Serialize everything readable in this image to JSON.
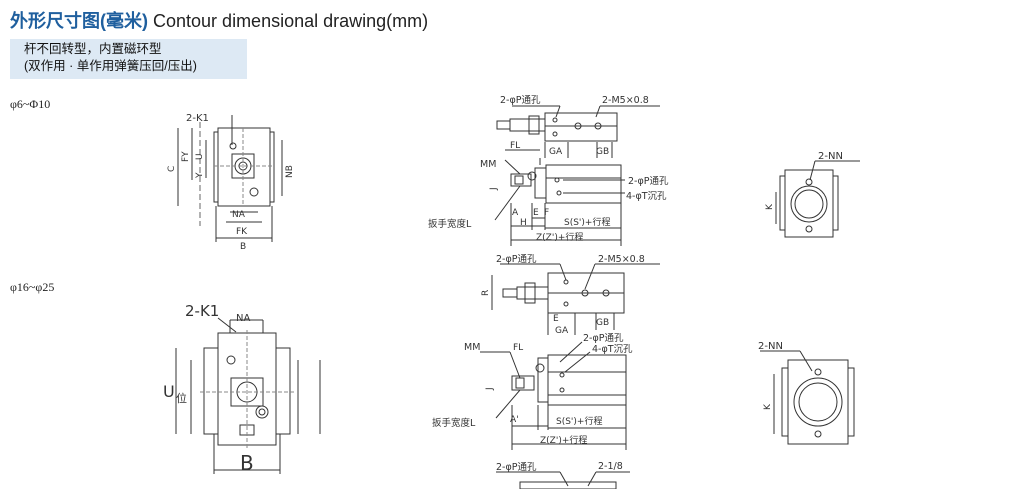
{
  "header": {
    "title_cn": "外形尺寸图(毫米)",
    "title_en": "Contour dimensional drawing(mm)"
  },
  "note": {
    "line1": "杆不回转型，内置磁环型",
    "line2": "(双作用  · 单作用弹簧压回/压出)"
  },
  "sections": [
    {
      "range": "φ6~Φ10"
    },
    {
      "range": "φ16~φ25"
    }
  ],
  "drawing1": {
    "front": {
      "k1": "2-K1",
      "na": "NA",
      "fk": "FK",
      "b": "B",
      "c": "C",
      "fy": "FY",
      "u": "U",
      "y": "Y",
      "nb": "NB"
    },
    "side": {
      "p_hole": "2-φP通孔",
      "m5": "2-M5×0.8",
      "fl": "FL",
      "ga": "GA",
      "gb": "GB",
      "mm": "MM",
      "j": "J",
      "p_hole2": "2-φP通孔",
      "t_hole": "4-φT沉孔",
      "wrench": "扳手宽度L",
      "a": "A",
      "e": "E",
      "f": "F",
      "h": "H",
      "s": "S(S')+行程",
      "z": "Z(Z')+行程"
    },
    "end": {
      "nn": "2-NN",
      "k": "K"
    }
  },
  "drawing2": {
    "front": {
      "k1": "2-K1",
      "na": "NA",
      "u": "U",
      "u_suffix": "位",
      "b": "B"
    },
    "side": {
      "p_hole": "2-φP通孔",
      "m5": "2-M5×0.8",
      "r": "R",
      "e": "E",
      "ga": "GA",
      "gb": "GB",
      "mm": "MM",
      "fl": "FL",
      "p_hole2": "2-φP通孔",
      "t_hole": "4-φT沉孔",
      "j": "J",
      "wrench": "扳手宽度L",
      "a": "A'",
      "s": "S(S')+行程",
      "z": "Z(Z')+行程"
    },
    "end": {
      "nn": "2-NN",
      "k": "K"
    }
  },
  "drawing3": {
    "p_hole": "2-φP通孔",
    "thread": "2-1/8"
  }
}
